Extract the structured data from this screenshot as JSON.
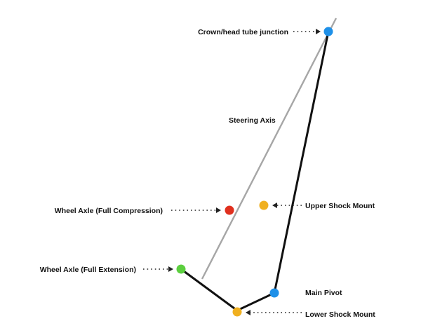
{
  "diagram": {
    "labels": {
      "crown": "Crown/head tube junction",
      "steering_axis": "Steering Axis",
      "wheel_axle_compression": "Wheel Axle (Full Compression)",
      "upper_shock": "Upper Shock Mount",
      "wheel_axle_extension": "Wheel Axle (Full Extension)",
      "main_pivot": "Main Pivot",
      "lower_shock": "Lower Shock Mount"
    },
    "colors": {
      "steering_axis": "#a6a6a6",
      "linkage": "#111111",
      "arrow": "#222222",
      "blue": "#1e90e8",
      "red": "#e0301e",
      "orange": "#f0b020",
      "green": "#5ccf3f"
    }
  }
}
